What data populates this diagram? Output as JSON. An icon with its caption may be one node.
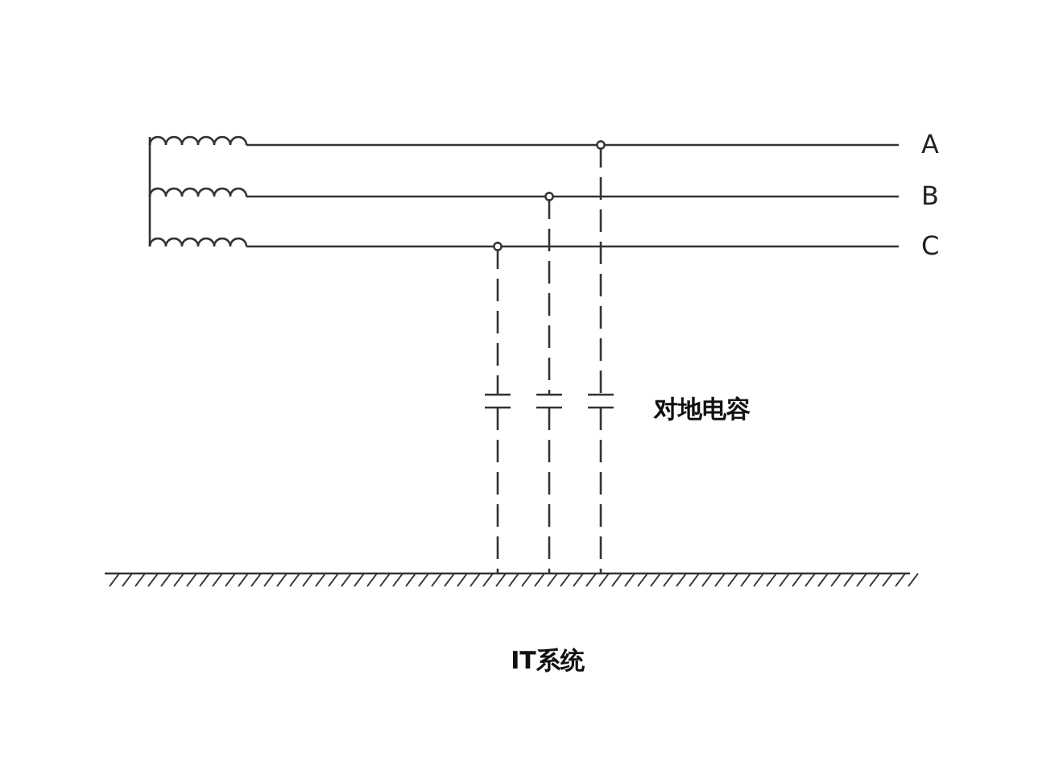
{
  "diagram": {
    "caption": "IT系统",
    "labels": [
      "A",
      "B",
      "C",
      "对地电容"
    ]
  }
}
